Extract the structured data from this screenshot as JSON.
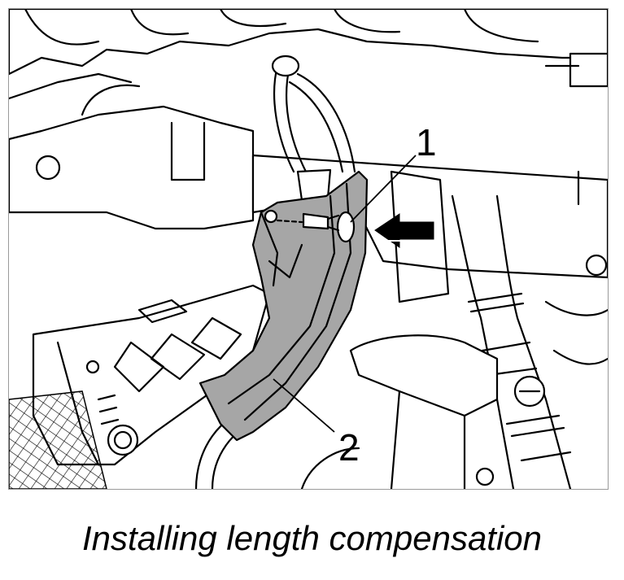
{
  "caption": "Installing length compensation",
  "callouts": {
    "one": "1",
    "two": "2"
  },
  "colors": {
    "highlight_part": "#a6a6a6",
    "line": "#000000",
    "background": "#ffffff"
  }
}
